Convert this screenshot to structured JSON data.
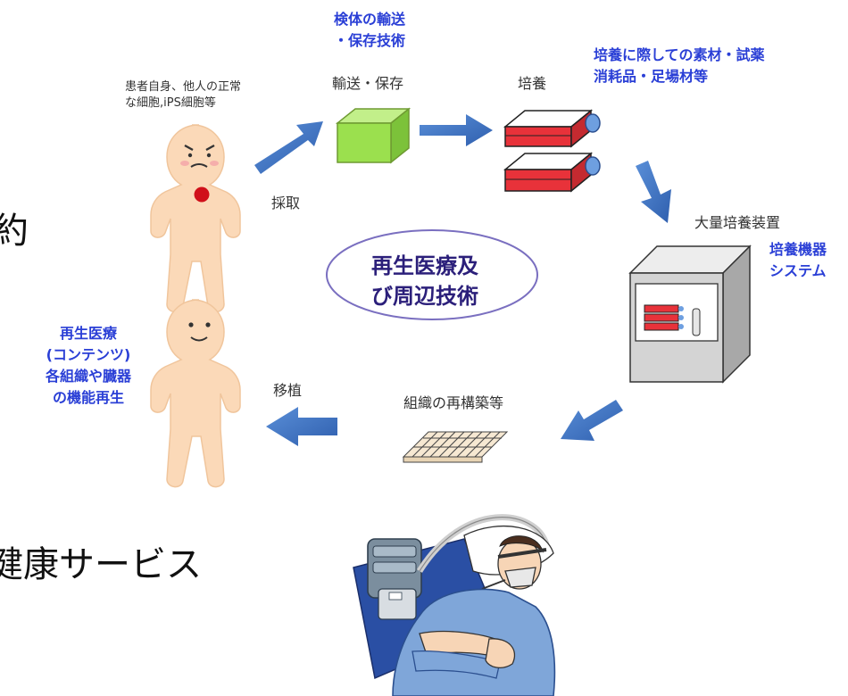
{
  "labels": {
    "specimen_tech_line1": "検体の輸送",
    "specimen_tech_line2": "・保存技術",
    "transport_storage": "輸送・保存",
    "culture": "培養",
    "materials_line1": "培養に際しての素材・試薬",
    "materials_line2": "消耗品・足場材等",
    "cell_source_line1": "患者自身、他人の正常",
    "cell_source_line2": "な細胞,iPS細胞等",
    "harvest": "採取",
    "mass_culture_device": "大量培養装置",
    "culture_system_line1": "培養機器",
    "culture_system_line2": "システム",
    "center_line1": "再生医療及",
    "center_line2": "び周辺技術",
    "regen_content_line1": "再生医療",
    "regen_content_line2": "(コンテンツ)",
    "regen_content_line3": "各組織や臓器",
    "regen_content_line4": "の機能再生",
    "transplant": "移植",
    "tissue_reconstruction": "組織の再構築等"
  },
  "cropped_text": {
    "left_partial_1": "約",
    "left_partial_2": "健康サービス"
  },
  "colors": {
    "arrow": "#3f73c1",
    "blue_text": "#2a3fd6",
    "box_green": "#9be04e",
    "flask_red": "#e8323a",
    "person_skin": "#fbd9b8",
    "ellipse_border": "#7a6fc0"
  }
}
